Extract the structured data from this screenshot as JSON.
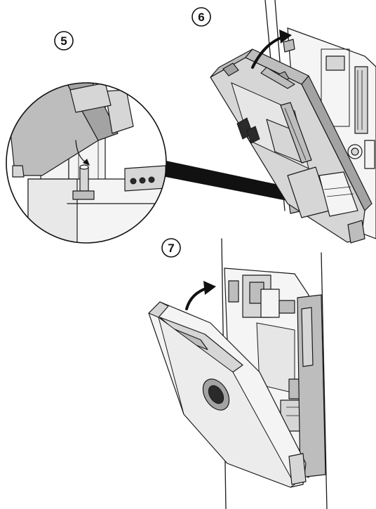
{
  "steps": [
    {
      "label": "5"
    },
    {
      "label": "6"
    },
    {
      "label": "7"
    }
  ],
  "colors": {
    "outline": "#1a1a1a",
    "light_grey": "#d6d6d6",
    "mid_grey": "#bdbdbd",
    "dark_grey": "#a3a3a3",
    "callout_cone": "#111111"
  }
}
